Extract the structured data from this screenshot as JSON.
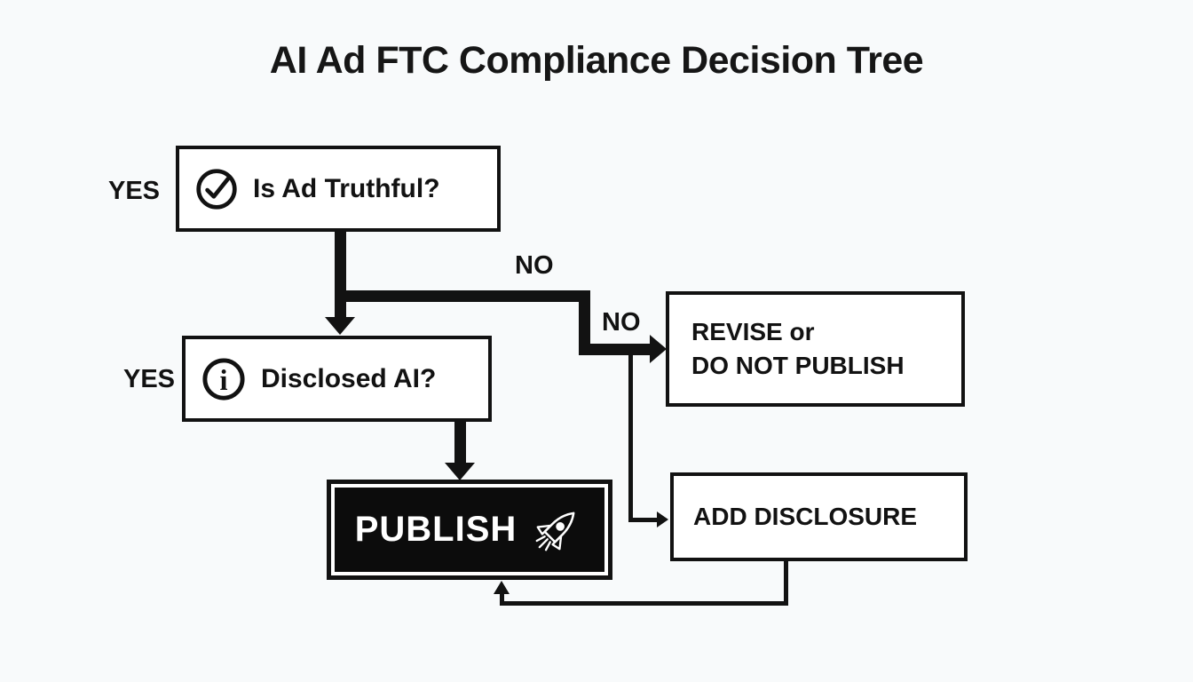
{
  "title": "AI Ad FTC Compliance Decision Tree",
  "colors": {
    "background": "#f8fafb",
    "ink": "#121212",
    "node_fill": "#ffffff",
    "publish_fill": "#0c0c0c",
    "publish_text": "#ffffff"
  },
  "nodes": {
    "truthful": {
      "label": "Is Ad Truthful?",
      "icon": "check-circle-icon"
    },
    "disclosed": {
      "label": "Disclosed AI?",
      "icon": "info-circle-icon"
    },
    "revise": {
      "line1": "REVISE or",
      "line2": "DO NOT PUBLISH"
    },
    "add_disclosure": {
      "label": "ADD DISCLOSURE"
    },
    "publish": {
      "label": "PUBLISH",
      "icon": "rocket-icon"
    }
  },
  "edge_labels": {
    "truthful_yes": "YES",
    "truthful_no": "NO",
    "disclosed_yes": "YES",
    "disclosed_no": "NO"
  },
  "edges": [
    {
      "from": "Is Ad Truthful?",
      "label": "YES",
      "to": "Disclosed AI?"
    },
    {
      "from": "Is Ad Truthful?",
      "label": "NO",
      "to": "REVISE or DO NOT PUBLISH"
    },
    {
      "from": "Disclosed AI?",
      "label": "YES",
      "to": "PUBLISH"
    },
    {
      "from": "Is Ad Truthful? NO branch",
      "to": "ADD DISCLOSURE"
    },
    {
      "from": "ADD DISCLOSURE",
      "to": "PUBLISH"
    }
  ]
}
